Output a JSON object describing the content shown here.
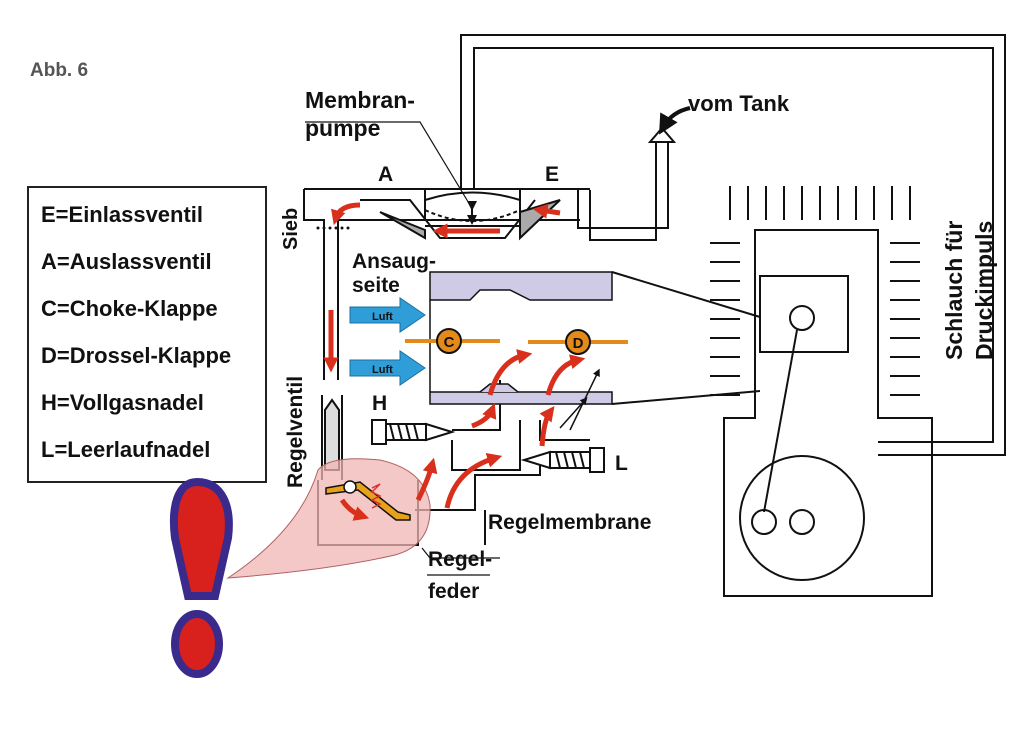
{
  "figure_number": "Abb. 6",
  "legend": [
    "E=Einlassventil",
    "A=Auslassventil",
    "C=Choke-Klappe",
    "D=Drossel-Klappe",
    "H=Vollgasnadel",
    "L=Leerlaufnadel"
  ],
  "labels": {
    "membran_line1": "Membran-",
    "membran_line2": "pumpe",
    "vom_tank": "vom Tank",
    "valve_a": "A",
    "valve_e": "E",
    "sieb": "Sieb",
    "ansaug_line1": "Ansaug-",
    "ansaug_line2": "seite",
    "luft": "Luft",
    "choke": "C",
    "drossel": "D",
    "needle_h": "H",
    "needle_l": "L",
    "regelventil": "Regelventil",
    "regelmembrane": "Regelmembrane",
    "regelfeder_line1": "Regel-",
    "regelfeder_line2": "feder",
    "schlauch_line1": "Schlauch für",
    "schlauch_line2": "Druckimpuls",
    "exclamation": "!"
  },
  "colors": {
    "fuel_arrow": "#d8301c",
    "air_arrow": "#2f9ed8",
    "throttle": "#e48a1a",
    "venturi": "#cfcbe6",
    "highlight": "#f2b6b6",
    "exclamation_fill": "#d8201c",
    "exclamation_outline": "#3a2a8c"
  }
}
